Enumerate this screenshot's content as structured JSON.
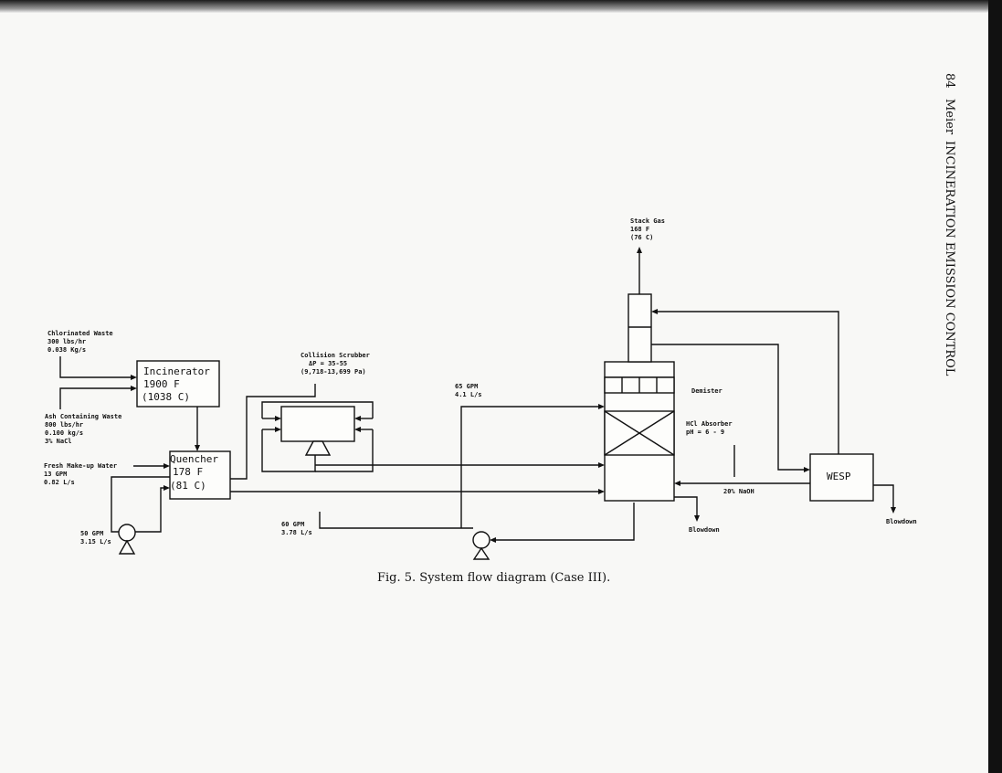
{
  "side_header": {
    "page_number": "84",
    "author": "Meier",
    "title": "INCINERATION EMISSION CONTROL"
  },
  "caption": "Fig. 5. System flow diagram (Case III).",
  "streams": {
    "chlorinated_waste": [
      "Chlorinated Waste",
      "300 lbs/hr",
      "0.038 Kg/s"
    ],
    "ash_waste": [
      "Ash Containing Waste",
      "800 lbs/hr",
      "0.100 kg/s",
      "3% NaCl"
    ],
    "makeup_water": [
      "Fresh Make-up Water",
      "13 GPM",
      "0.82 L/s"
    ],
    "pump1_flow": [
      "50 GPM",
      "3.15 L/s"
    ],
    "scrubber_label": [
      "Collision Scrubber",
      "ΔP = 35-55",
      "(9,718-13,699 Pa)"
    ],
    "flow_65": [
      "65 GPM",
      "4.1 L/s"
    ],
    "flow_60": [
      "60 GPM",
      "3.78 L/s"
    ],
    "stack_gas": [
      "Stack Gas",
      "168 F",
      "(76 C)"
    ],
    "demister": "Demister",
    "hcl_absorber": [
      "HCl Absorber",
      "pH = 6 - 9"
    ],
    "naoh": "20% NaOH",
    "blowdown_absorber": "Blowdown",
    "blowdown_wesp": "Blowdown"
  },
  "units": {
    "incinerator": [
      "Incinerator",
      "1900 F",
      "(1038 C)"
    ],
    "quencher": [
      "Quencher",
      "178 F",
      "(81 C)"
    ],
    "wesp": "WESP"
  }
}
